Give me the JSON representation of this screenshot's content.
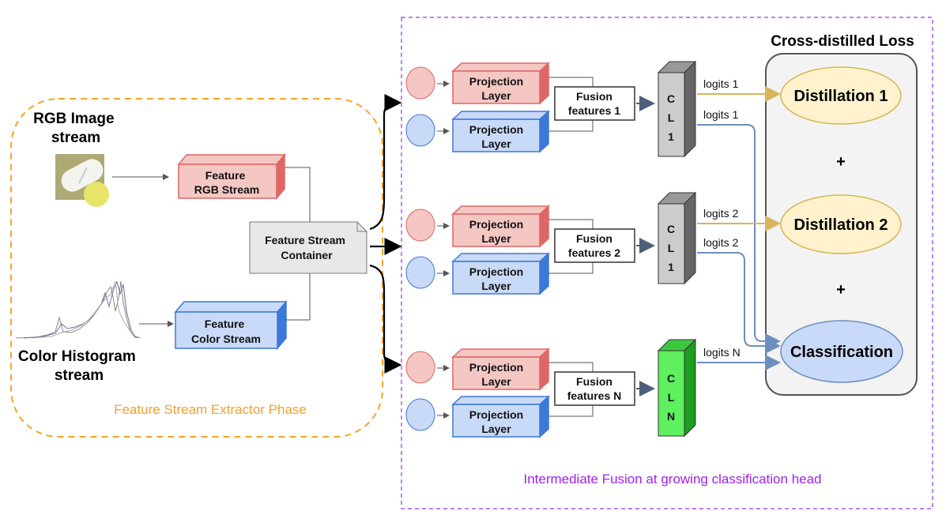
{
  "extractor": {
    "phase_label": "Feature Stream Extractor Phase",
    "rgb_title": [
      "RGB Image",
      "stream"
    ],
    "hist_title": [
      "Color Histogram",
      "stream"
    ],
    "feature_rgb": [
      "Feature",
      "RGB Stream"
    ],
    "feature_color": [
      "Feature",
      "Color Stream"
    ],
    "container": [
      "Feature Stream",
      "Container"
    ]
  },
  "fusion_head": {
    "label": "Intermediate Fusion at growing classification head",
    "projection": [
      "Projection",
      "Layer"
    ],
    "fusion1": [
      "Fusion",
      "features 1"
    ],
    "fusion2": [
      "Fusion",
      "features 2"
    ],
    "fusionN": [
      "Fusion",
      "features N"
    ],
    "cl1a": [
      "C",
      "L",
      "1"
    ],
    "cl1b": [
      "C",
      "L",
      "1"
    ],
    "cln": [
      "C",
      "L",
      "N"
    ],
    "logits": [
      "logits 1",
      "logits 1",
      "logits 2",
      "logits 2",
      "logits N"
    ]
  },
  "loss": {
    "title": "Cross-distilled Loss",
    "distill1": "Distillation 1",
    "distill2": "Distillation 2",
    "plus": "+",
    "classification": "Classification"
  },
  "colors": {
    "orange_dash": "#f5a623",
    "purple_dash": "#9b30ff",
    "red_fill": "#f4c7c3",
    "red_stroke": "#e06666",
    "blue_fill": "#c9daf8",
    "blue_stroke": "#3c78d8",
    "green_fill": "#5ef05e",
    "gray_fill": "#cccccc",
    "yellow_fill": "#fff2cc",
    "yellow_stroke": "#d6b656",
    "arrow_gold": "#d9b45a",
    "arrow_blue": "#6c8ebf"
  }
}
